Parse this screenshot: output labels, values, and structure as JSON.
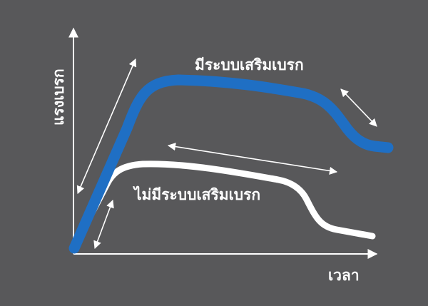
{
  "labels": {
    "y_axis": "แรงเบรก",
    "x_axis": "เวลา",
    "with_brake_assist": "มีระบบเสริมเบรก",
    "without_brake_assist": "ไม่มีระบบเสริมเบรก"
  },
  "colors": {
    "background": "#58585a",
    "with_brake_assist_curve": "#1f6fc4",
    "without_brake_assist_curve": "#ffffff",
    "axes_and_arrows": "#ffffff"
  }
}
